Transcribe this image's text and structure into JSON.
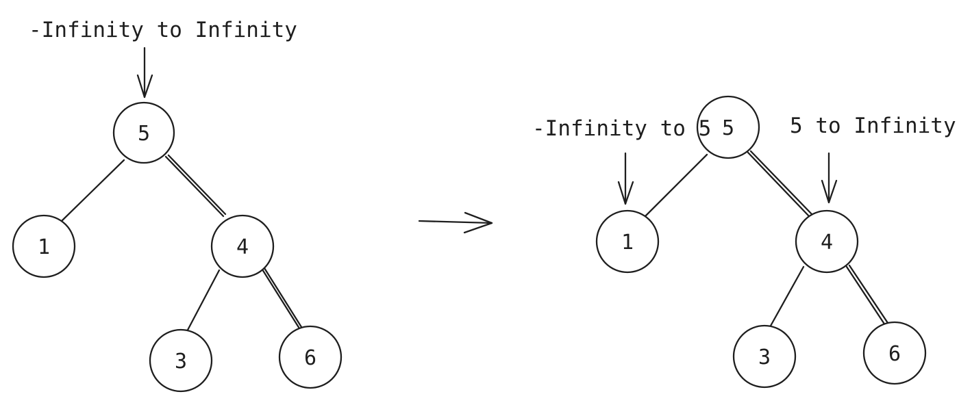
{
  "before": {
    "root_label": "-Infinity to Infinity",
    "nodes": {
      "root": "5",
      "left": "1",
      "right": "4",
      "right_left": "3",
      "right_right": "6"
    }
  },
  "after": {
    "left_label": "-Infinity to 5",
    "right_label": "5 to Infinity",
    "nodes": {
      "root": "5",
      "left": "1",
      "right": "4",
      "right_left": "3",
      "right_right": "6"
    }
  }
}
